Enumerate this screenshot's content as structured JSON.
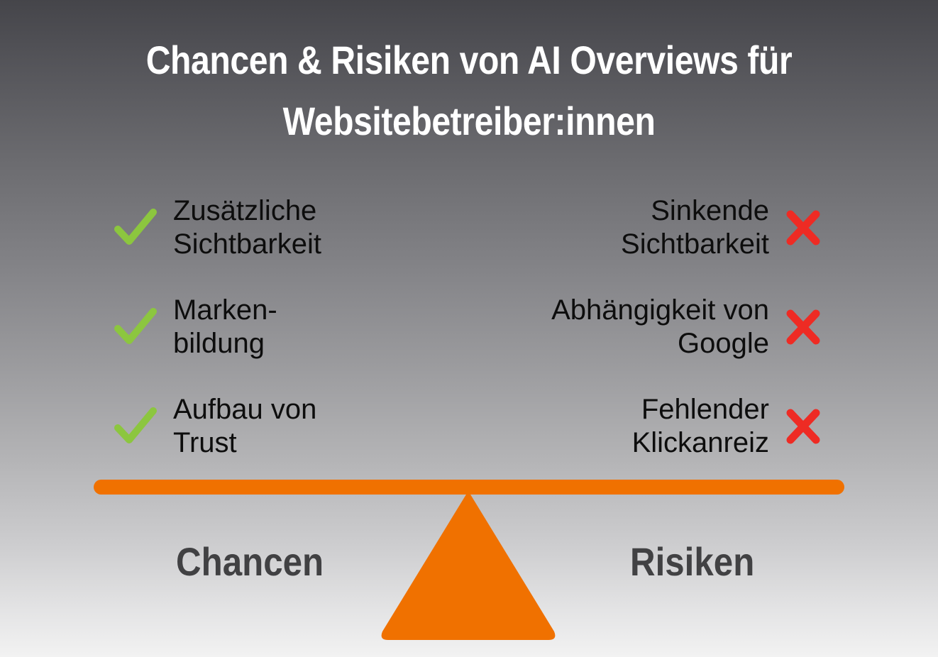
{
  "title": {
    "line1": "Chancen & Risiken von AI Overviews für",
    "line2": "Websitebetreiber:innen"
  },
  "colors": {
    "accent_orange": "#f07100",
    "check_green": "#8cc63f",
    "cross_red": "#ee2b24",
    "label_gray": "#414143",
    "item_text": "#0d0d0d",
    "background_top": "#45454a",
    "background_bottom": "#f2f2f2"
  },
  "opportunities": {
    "heading": "Chancen",
    "icon": "check-icon",
    "items": [
      {
        "label": "Zusätzliche\nSichtbarkeit"
      },
      {
        "label": "Marken-\nbildung"
      },
      {
        "label": "Aufbau von\nTrust"
      }
    ]
  },
  "risks": {
    "heading": "Risiken",
    "icon": "cross-icon",
    "items": [
      {
        "label": "Sinkende\nSichtbarkeit"
      },
      {
        "label": "Abhängigkeit von\nGoogle"
      },
      {
        "label": "Fehlender\nKlickanreiz"
      }
    ]
  }
}
